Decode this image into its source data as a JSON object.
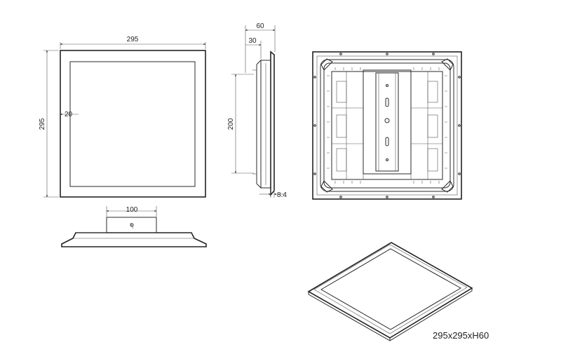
{
  "front_view": {
    "width_label": "295",
    "height_label": "295",
    "frame_label": "20"
  },
  "side_view": {
    "depth_label": "60",
    "body_label": "30",
    "height_label": "200",
    "panel_label": "8.4"
  },
  "bottom_view": {
    "mount_label": "100"
  },
  "caption": "295x295xH60",
  "colors": {
    "line": "#2a2a2a",
    "background": "#ffffff"
  }
}
